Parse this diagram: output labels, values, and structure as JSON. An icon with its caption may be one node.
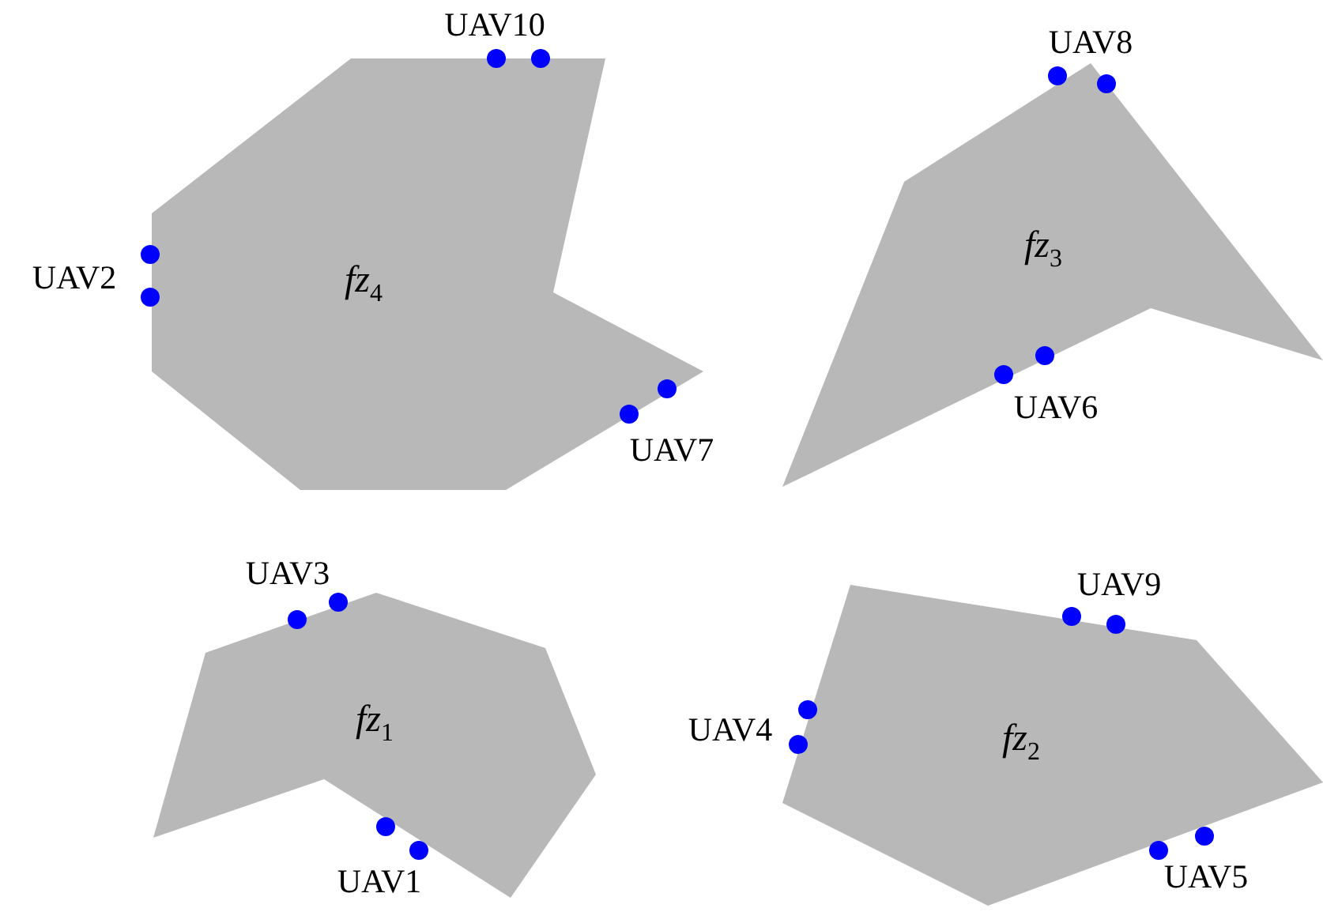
{
  "diagram": {
    "nodes": [
      {
        "text": [
          "*fz*$_{4}$"
        ]
      },
      {
        "text": [
          "*fz*$_{3}$"
        ]
      },
      {
        "text": [
          "*fz*$_{1}$"
        ]
      },
      {
        "text": [
          "*fz*$_{2}$"
        ]
      }
    ],
    "labels": [
      "UAV10",
      "UAV8",
      "UAV2",
      "UAV6",
      "UAV7",
      "UAV3",
      "UAV9",
      "UAV4",
      "UAV1",
      "UAV5"
    ]
  }
}
